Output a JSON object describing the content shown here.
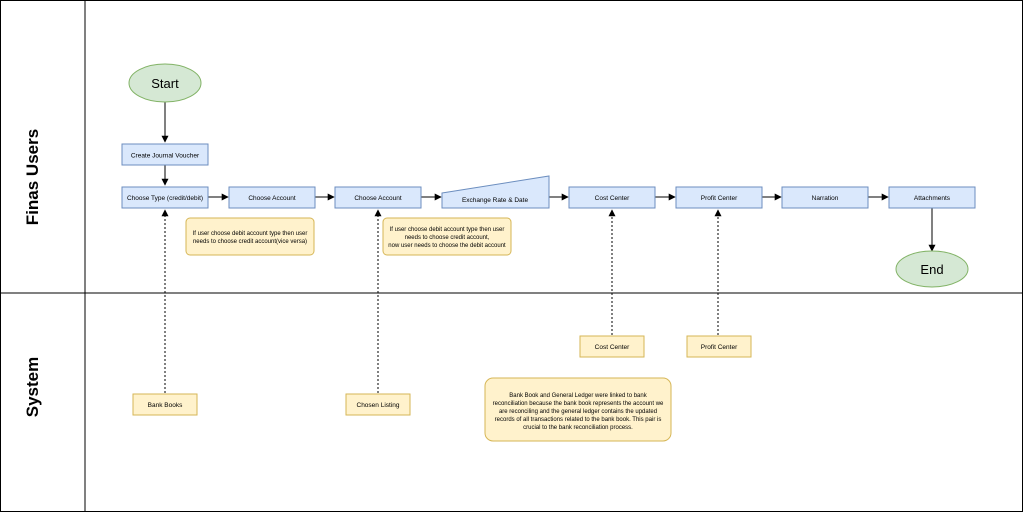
{
  "lanes": [
    {
      "label": "Finas Users"
    },
    {
      "label": "System"
    }
  ],
  "nodes": {
    "start": {
      "label": "Start"
    },
    "end": {
      "label": "End"
    },
    "create_voucher": {
      "label": "Create Journal Voucher"
    },
    "choose_type": {
      "label": "Choose Type (credit/debit)"
    },
    "choose_account_1": {
      "label": "Choose Account"
    },
    "choose_account_2": {
      "label": "Choose Account"
    },
    "exchange_rate": {
      "label": "Exchange Rate & Date"
    },
    "cost_center": {
      "label": "Cost Center"
    },
    "profit_center": {
      "label": "Profit Center"
    },
    "narration": {
      "label": "Narration"
    },
    "attachments": {
      "label": "Attachments"
    }
  },
  "notes": {
    "note_debit": {
      "lines": [
        "If user choose debit account type then user",
        "needs to choose credit account(vice versa)"
      ]
    },
    "note_credit": {
      "lines": [
        "If user choose debit account type then user",
        "needs to choose credit account,",
        "now user needs to choose the debit account"
      ]
    },
    "note_bank": {
      "lines": [
        "Bank Book and General Ledger were linked to bank",
        "reconciliation because the bank book represents the account we",
        "are reconciling and the general ledger contains the updated",
        "records of all transactions related to the bank book. This pair is",
        "crucial to the bank reconciliation process."
      ]
    }
  },
  "system_nodes": {
    "bank_books": {
      "label": "Bank Books"
    },
    "chosen_listing": {
      "label": "Chosen Listing"
    },
    "cost_center": {
      "label": "Cost Center"
    },
    "profit_center": {
      "label": "Profit Center"
    }
  },
  "colors": {
    "process_fill": "#dae8fc",
    "process_stroke": "#6c8ebf",
    "terminal_fill": "#d5e8d4",
    "terminal_stroke": "#82b366",
    "note_fill": "#fff2cc",
    "note_stroke": "#d6b656",
    "line": "#000000"
  }
}
